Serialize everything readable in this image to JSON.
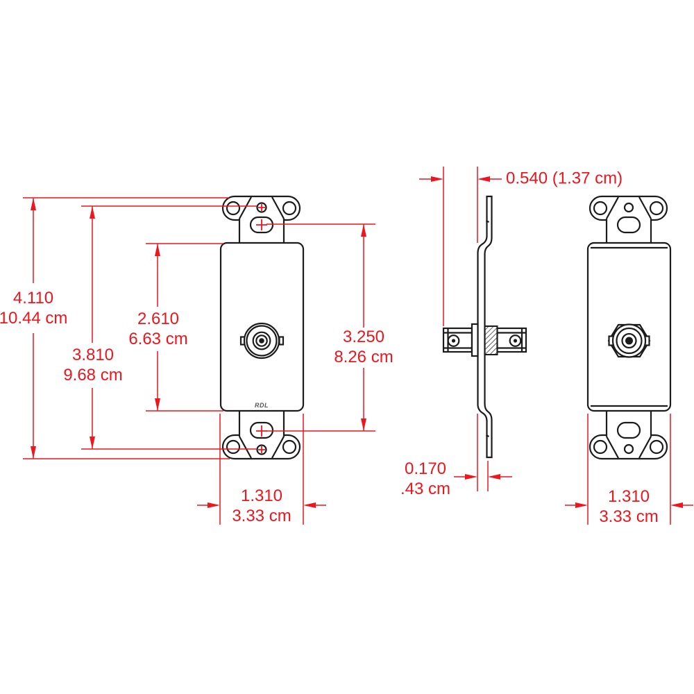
{
  "drawing": {
    "brand": "RDL",
    "dimensions": {
      "overall_height": {
        "inches": "4.110",
        "metric": "10.44 cm"
      },
      "mount_hole_spacing": {
        "inches": "3.810",
        "metric": "9.68 cm"
      },
      "opening_height": {
        "inches": "2.610",
        "metric": "6.63 cm"
      },
      "slot_spacing": {
        "inches": "3.250",
        "metric": "8.26 cm"
      },
      "connector_projection": {
        "combined": "0.540 (1.37 cm)"
      },
      "plate_thickness": {
        "inches": "0.170",
        "metric": ".43 cm"
      },
      "front_width": {
        "inches": "1.310",
        "metric": "3.33 cm"
      },
      "rear_width": {
        "inches": "1.310",
        "metric": "3.33 cm"
      }
    },
    "colors": {
      "dimension_red": "#f0141c",
      "line_black": "#1b1b1b",
      "background": "#ffffff"
    }
  }
}
